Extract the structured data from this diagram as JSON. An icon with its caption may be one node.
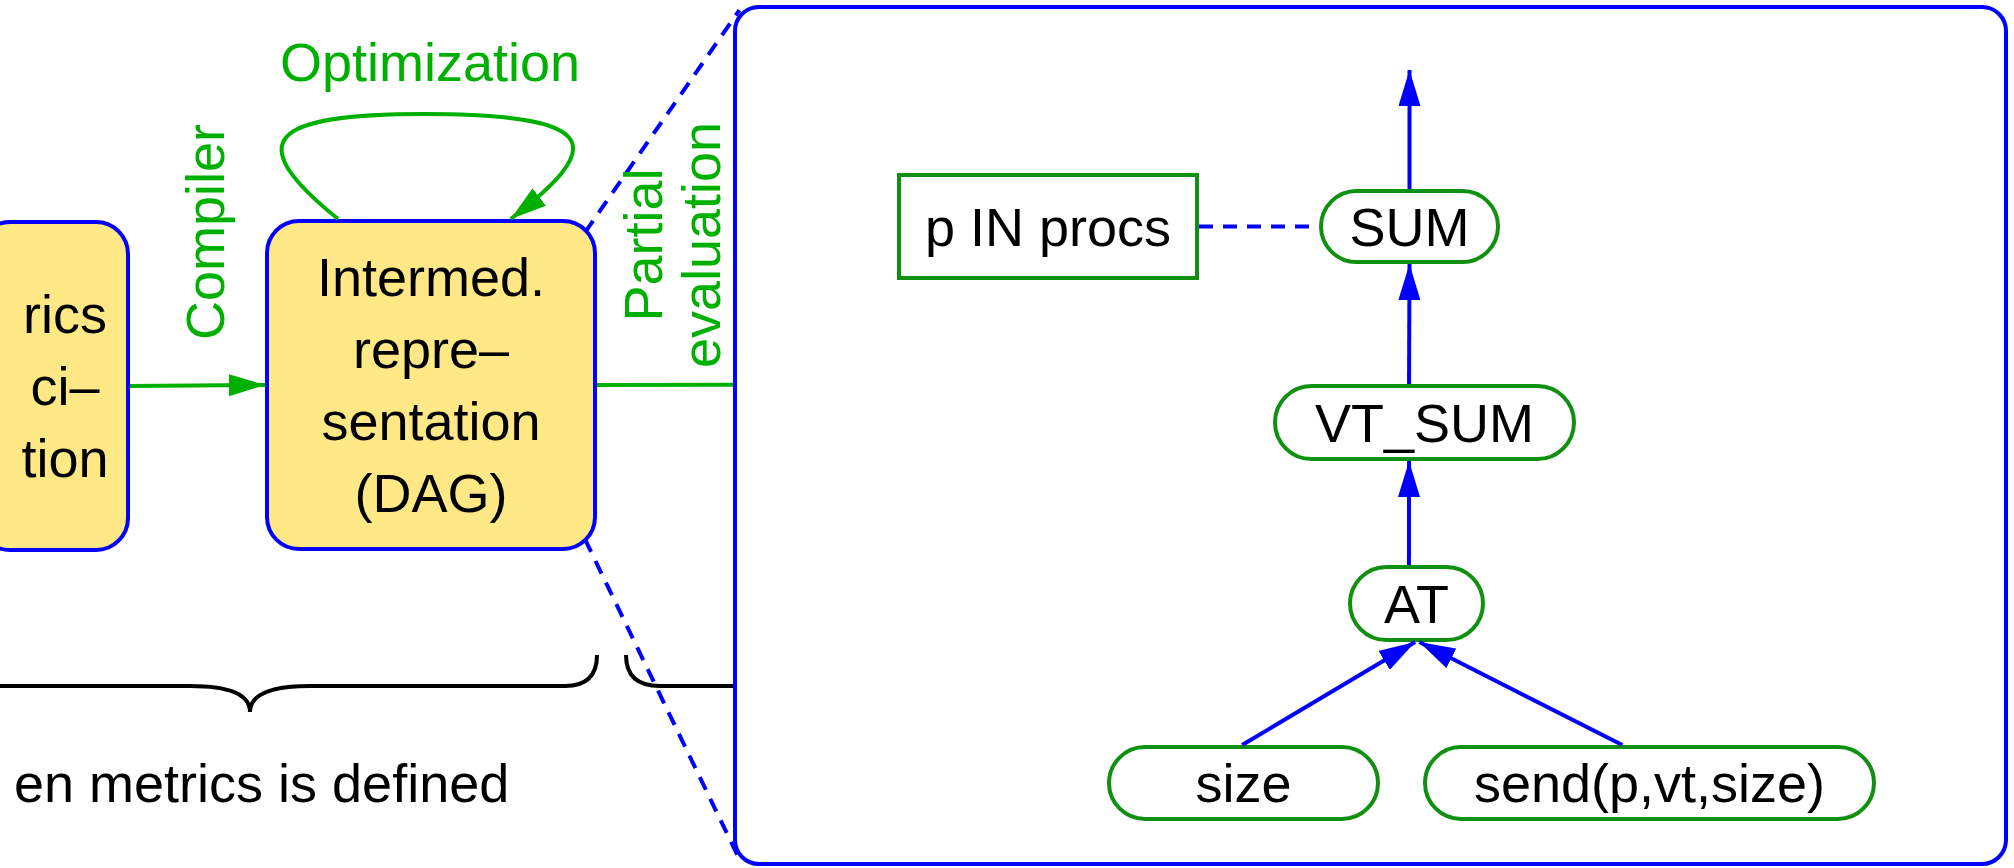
{
  "diagram": {
    "nodes": [
      {
        "text": [
          "rics ci– tion"
        ]
      },
      {
        "text": [
          "Intermed. repre– sentation (DAG)"
        ]
      },
      {
        "text": [],
        "shape": "box"
      },
      {
        "text": [
          "p IN procs"
        ],
        "in": 2
      },
      {
        "text": [
          "SUM"
        ],
        "in": 2
      },
      {
        "text": [
          "VT_SUM"
        ],
        "in": 2
      },
      {
        "text": [
          "AT"
        ],
        "in": 2
      },
      {
        "text": [
          "size"
        ],
        "in": 2
      },
      {
        "text": [
          "send(p,vt,size)"
        ],
        "in": 2
      }
    ],
    "edges": [
      {
        "from": 0,
        "to": 1,
        "arrow": "to",
        "label": "Compiler",
        "color": "#00b000"
      },
      {
        "from": 1,
        "to": 1,
        "arrow": "to",
        "label": "Optimization",
        "color": "#00b000"
      },
      {
        "from": 1,
        "to": 2,
        "arrow": "none",
        "label": "Partial evaluation",
        "color": "#00b000"
      },
      {
        "from": 1,
        "to": 2,
        "arrow": "none",
        "style": "dashed"
      },
      {
        "from": 1,
        "to": 2,
        "arrow": "none",
        "style": "dashed"
      },
      {
        "from": 3,
        "to": 4,
        "arrow": "none",
        "style": "dashed"
      },
      {
        "from": 4,
        "to": null,
        "arrow": "to"
      },
      {
        "from": 5,
        "to": 4,
        "arrow": "to"
      },
      {
        "from": 6,
        "to": 5,
        "arrow": "to"
      },
      {
        "from": 7,
        "to": 6,
        "arrow": "to"
      },
      {
        "from": 8,
        "to": 6,
        "arrow": "to"
      }
    ],
    "labels": [
      "en metrics is defined"
    ]
  }
}
